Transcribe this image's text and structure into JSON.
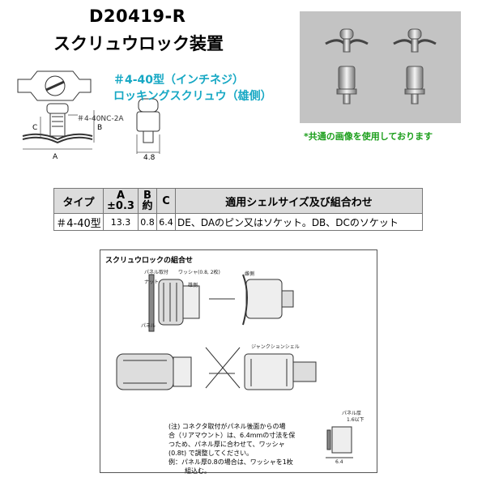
{
  "header": {
    "part_number": "D20419-R",
    "product_name": "スクリュウロック装置"
  },
  "subtitle": {
    "line1": "＃4-40型（インチネジ）",
    "line2": "ロッキングスクリュウ（雄側）"
  },
  "drawing_labels": {
    "thread": "＃4-40NC-2A",
    "a": "A",
    "b": "B",
    "c": "C",
    "width": "4.8"
  },
  "photo_note": "*共通の画像を使用しております",
  "spec_table": {
    "headers": [
      "タイプ",
      "A\n±0.3",
      "B\n約",
      "C",
      "適用シェルサイズ及び組合わせ"
    ],
    "rows": [
      [
        "＃4-40型",
        "13.3",
        "0.8",
        "6.4",
        "DE、DAのピン又はソケット。DB、DCのソケット"
      ]
    ]
  },
  "combo_doc": {
    "title": "スクリュウロックの組合せ",
    "labels": {
      "panel": "パネル取付",
      "nut": "ナット",
      "washer": "ワッシャ(0.8, 2枚)",
      "female": "雌側",
      "male": "雄側",
      "panel2": "パネル",
      "shell": "ジャンクションシェル",
      "panel_thickness": "パネル厚",
      "max_thickness": "1.6以下",
      "dim": "6.4"
    },
    "note_lines": [
      "(注) コネクタ取付がパネル後面からの場",
      "合（リアマウント）は、6.4mmの寸法を保",
      "つため、パネル厚に合わせて、ワッシャ",
      "(0.8t) で調整してください。",
      "例：パネル厚0.8の場合は、ワッシャを1枚",
      "組込む。"
    ]
  }
}
